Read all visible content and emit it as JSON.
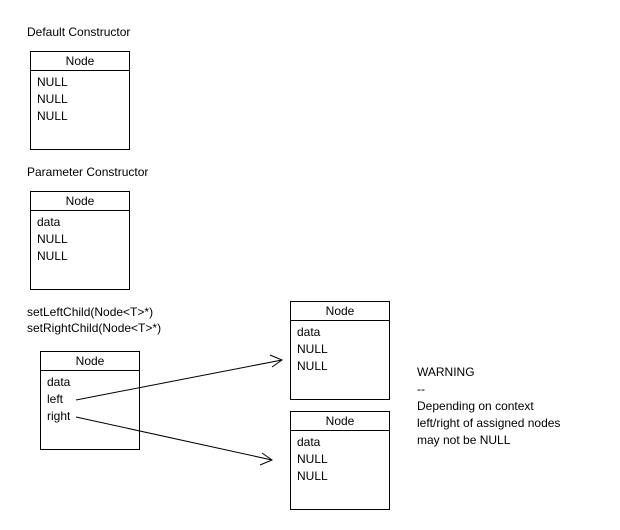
{
  "sections": {
    "default_constructor": "Default Constructor",
    "parameter_constructor": "Parameter Constructor",
    "set_left_child": "setLeftChild(Node<T>*)",
    "set_right_child": "setRightChild(Node<T>*)"
  },
  "nodes": {
    "default": {
      "title": "Node",
      "fields": [
        "NULL",
        "NULL",
        "NULL"
      ]
    },
    "parameter": {
      "title": "Node",
      "fields": [
        "data",
        "NULL",
        "NULL"
      ]
    },
    "parent": {
      "title": "Node",
      "fields": [
        "data",
        "left",
        "right"
      ]
    },
    "left_child": {
      "title": "Node",
      "fields": [
        "data",
        "NULL",
        "NULL"
      ]
    },
    "right_child": {
      "title": "Node",
      "fields": [
        "data",
        "NULL",
        "NULL"
      ]
    }
  },
  "warning": {
    "title": "WARNING",
    "separator": "--",
    "lines": [
      "Depending on context",
      "left/right of assigned nodes",
      "may not be NULL"
    ]
  }
}
